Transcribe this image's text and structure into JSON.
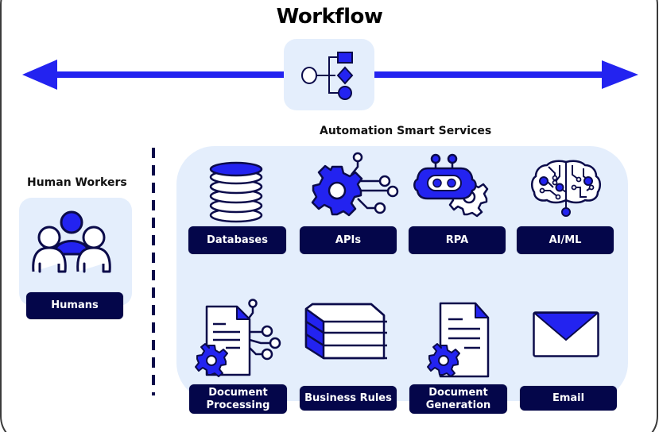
{
  "title": "Workflow",
  "workflow_icon": "workflow-flowchart-icon",
  "colors": {
    "accent_blue": "#2323f0",
    "navy": "#04064a",
    "panel_bg": "#e4eefc"
  },
  "human_section": {
    "title": "Human Workers",
    "items": [
      {
        "label": "Humans",
        "icon": "people-group-icon"
      }
    ]
  },
  "services_section": {
    "title": "Automation Smart Services",
    "items": [
      {
        "label": "Databases",
        "icon": "database-icon"
      },
      {
        "label": "APIs",
        "icon": "api-gear-icon"
      },
      {
        "label": "RPA",
        "icon": "robot-icon"
      },
      {
        "label": "AI/ML",
        "icon": "brain-circuit-icon"
      },
      {
        "label": "Document\nProcessing",
        "icon": "document-processing-icon"
      },
      {
        "label": "Business Rules",
        "icon": "books-icon"
      },
      {
        "label": "Document\nGeneration",
        "icon": "document-generation-icon"
      },
      {
        "label": "Email",
        "icon": "envelope-icon"
      }
    ]
  }
}
